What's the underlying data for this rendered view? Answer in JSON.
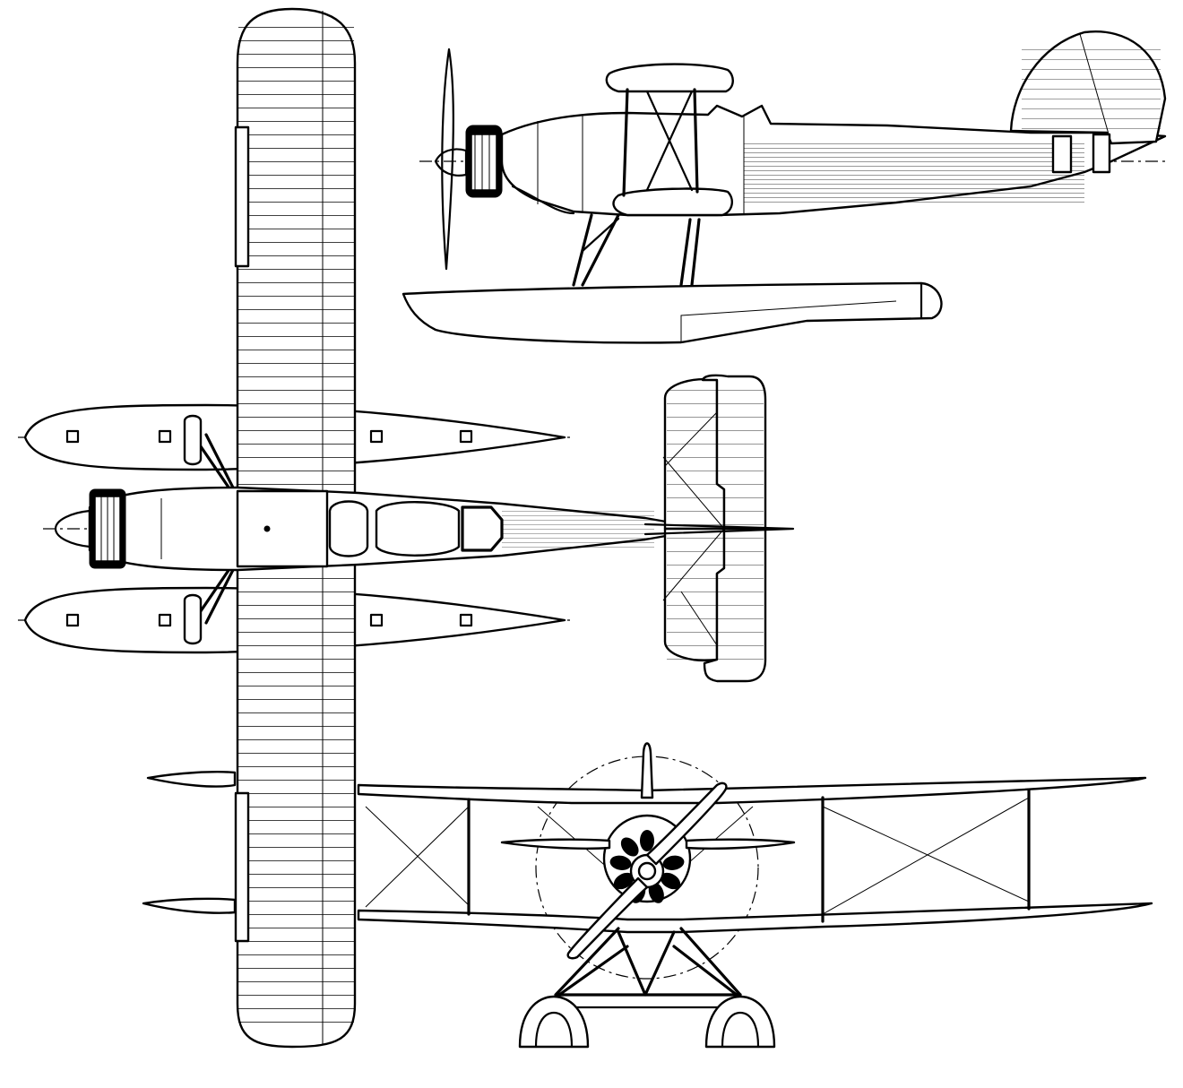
{
  "figure": {
    "views": [
      "side-view",
      "top-view",
      "front-view"
    ],
    "line_color": "#000000",
    "background_color": "#ffffff"
  }
}
